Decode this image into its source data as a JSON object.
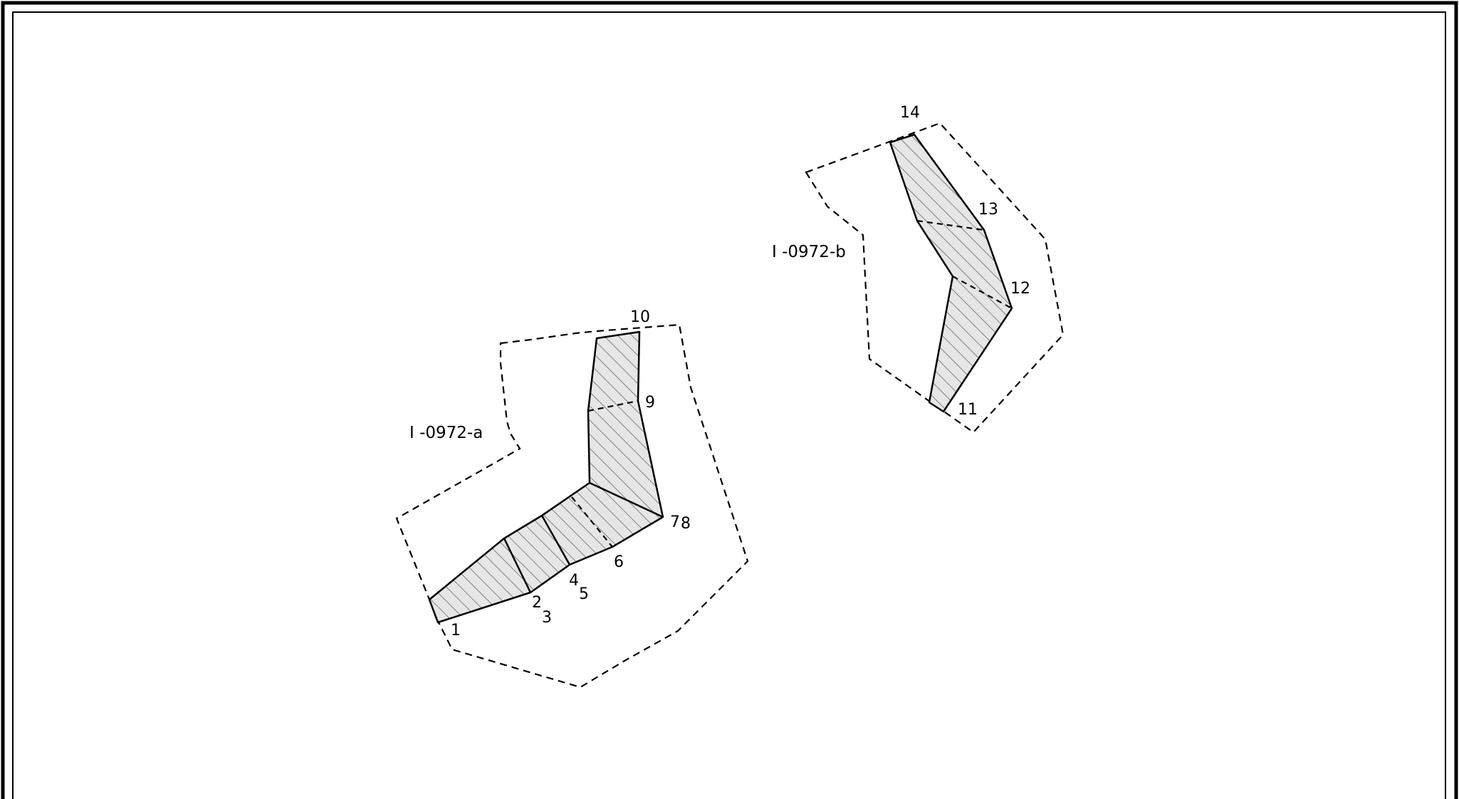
{
  "parcels": [
    {
      "label": "I -0972-a",
      "points": [
        "1",
        "2",
        "3",
        "4",
        "5",
        "6",
        "7",
        "8",
        "9",
        "10"
      ]
    },
    {
      "label": "I -0972-b",
      "points": [
        "11",
        "12",
        "13",
        "14"
      ]
    }
  ],
  "colors": {
    "line": "#000000",
    "hatch": "#555555",
    "fill": "#e6e6e6",
    "background": "#ffffff"
  }
}
